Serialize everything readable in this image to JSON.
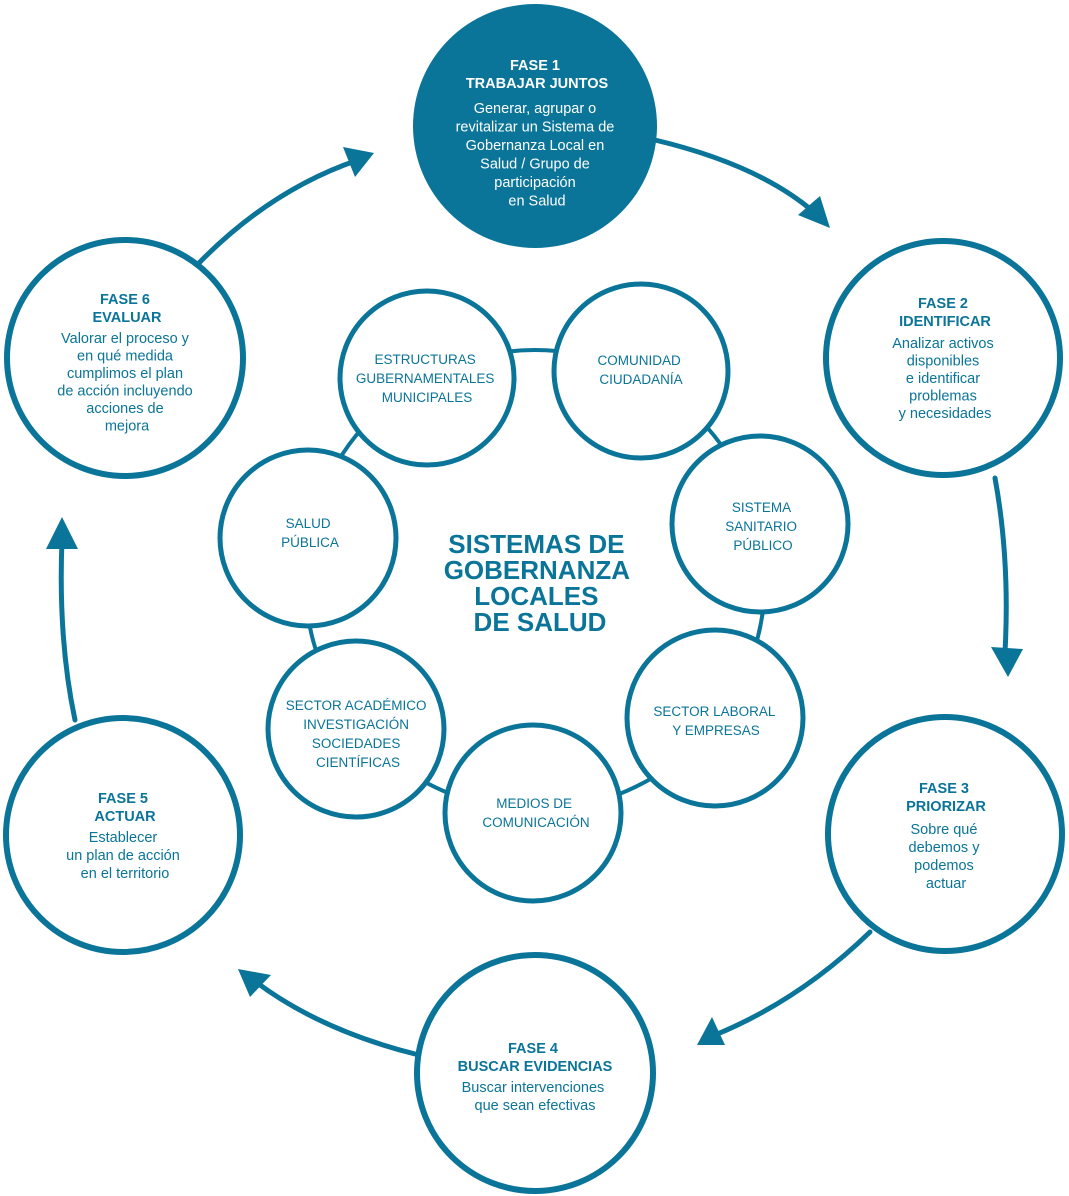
{
  "colors": {
    "primary": "#0a7499",
    "fill_light": "#ffffff",
    "text_on_dark": "#ffffff",
    "accent_text": "#0a7499"
  },
  "center_title": {
    "lines": [
      "SISTEMAS DE",
      "GOBERNANZA",
      "LOCALES",
      "DE SALUD"
    ]
  },
  "phases": [
    {
      "title": [
        "FASE 1",
        "TRABAJAR JUNTOS"
      ],
      "description": [
        "Generar, agrupar o",
        "revitalizar un Sistema de",
        "Gobernanza Local en",
        "Salud / Grupo de",
        "participación",
        "en Salud"
      ]
    },
    {
      "title": [
        "FASE 2",
        "IDENTIFICAR"
      ],
      "description": [
        "Analizar activos",
        "disponibles",
        "e identificar",
        "problemas",
        "y necesidades"
      ]
    },
    {
      "title": [
        "FASE 3",
        "PRIORIZAR"
      ],
      "description": [
        "Sobre qué",
        "debemos y",
        "podemos",
        "actuar"
      ]
    },
    {
      "title": [
        "FASE 4",
        "BUSCAR EVIDENCIAS"
      ],
      "description": [
        "Buscar intervenciones",
        "que sean efectivas"
      ]
    },
    {
      "title": [
        "FASE 5",
        "ACTUAR"
      ],
      "description": [
        "Establecer",
        "un plan de acción",
        "en el territorio"
      ]
    },
    {
      "title": [
        "FASE 6",
        "EVALUAR"
      ],
      "description": [
        "Valorar el proceso y",
        "en qué medida",
        "cumplimos el plan",
        "de acción incluyendo",
        "acciones de",
        "mejora"
      ]
    }
  ],
  "sectors": [
    {
      "lines": [
        "ESTRUCTURAS",
        "GUBERNAMENTALES",
        "MUNICIPALES"
      ]
    },
    {
      "lines": [
        "COMUNIDAD",
        "CIUDADANÍA"
      ]
    },
    {
      "lines": [
        "SISTEMA",
        "SANITARIO",
        "PÚBLICO"
      ]
    },
    {
      "lines": [
        "SECTOR LABORAL",
        "Y EMPRESAS"
      ]
    },
    {
      "lines": [
        "MEDIOS DE",
        "COMUNICACIÓN"
      ]
    },
    {
      "lines": [
        "SECTOR ACADÉMICO",
        "INVESTIGACIÓN",
        "SOCIEDADES",
        "CIENTÍFICAS"
      ]
    },
    {
      "lines": [
        "SALUD",
        "PÚBLICA"
      ]
    }
  ]
}
